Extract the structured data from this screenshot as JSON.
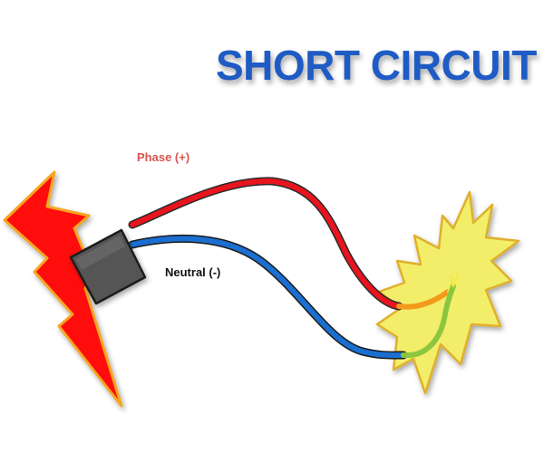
{
  "title": "SHORT CIRCUIT",
  "labels": {
    "phase": "Phase (+)",
    "neutral": "Neutral (-)"
  },
  "colors": {
    "title": "#1f5bc4",
    "phase_label": "#d9534f",
    "neutral_label": "#111111",
    "phase_wire": "#e8141e",
    "neutral_wire": "#1a6fd1",
    "lightning_bolt": "#ff0d0d",
    "bolt_outline": "#f5a623",
    "spark_fill": "#f2ee6a",
    "spark_outline": "#e0b02c",
    "connector": "#555555",
    "red_wire_tip": "#f29a1a",
    "blue_wire_tip": "#8cc63f"
  },
  "icons": [
    "lightning-bolt-icon",
    "spark-icon",
    "plug-connector-icon"
  ]
}
